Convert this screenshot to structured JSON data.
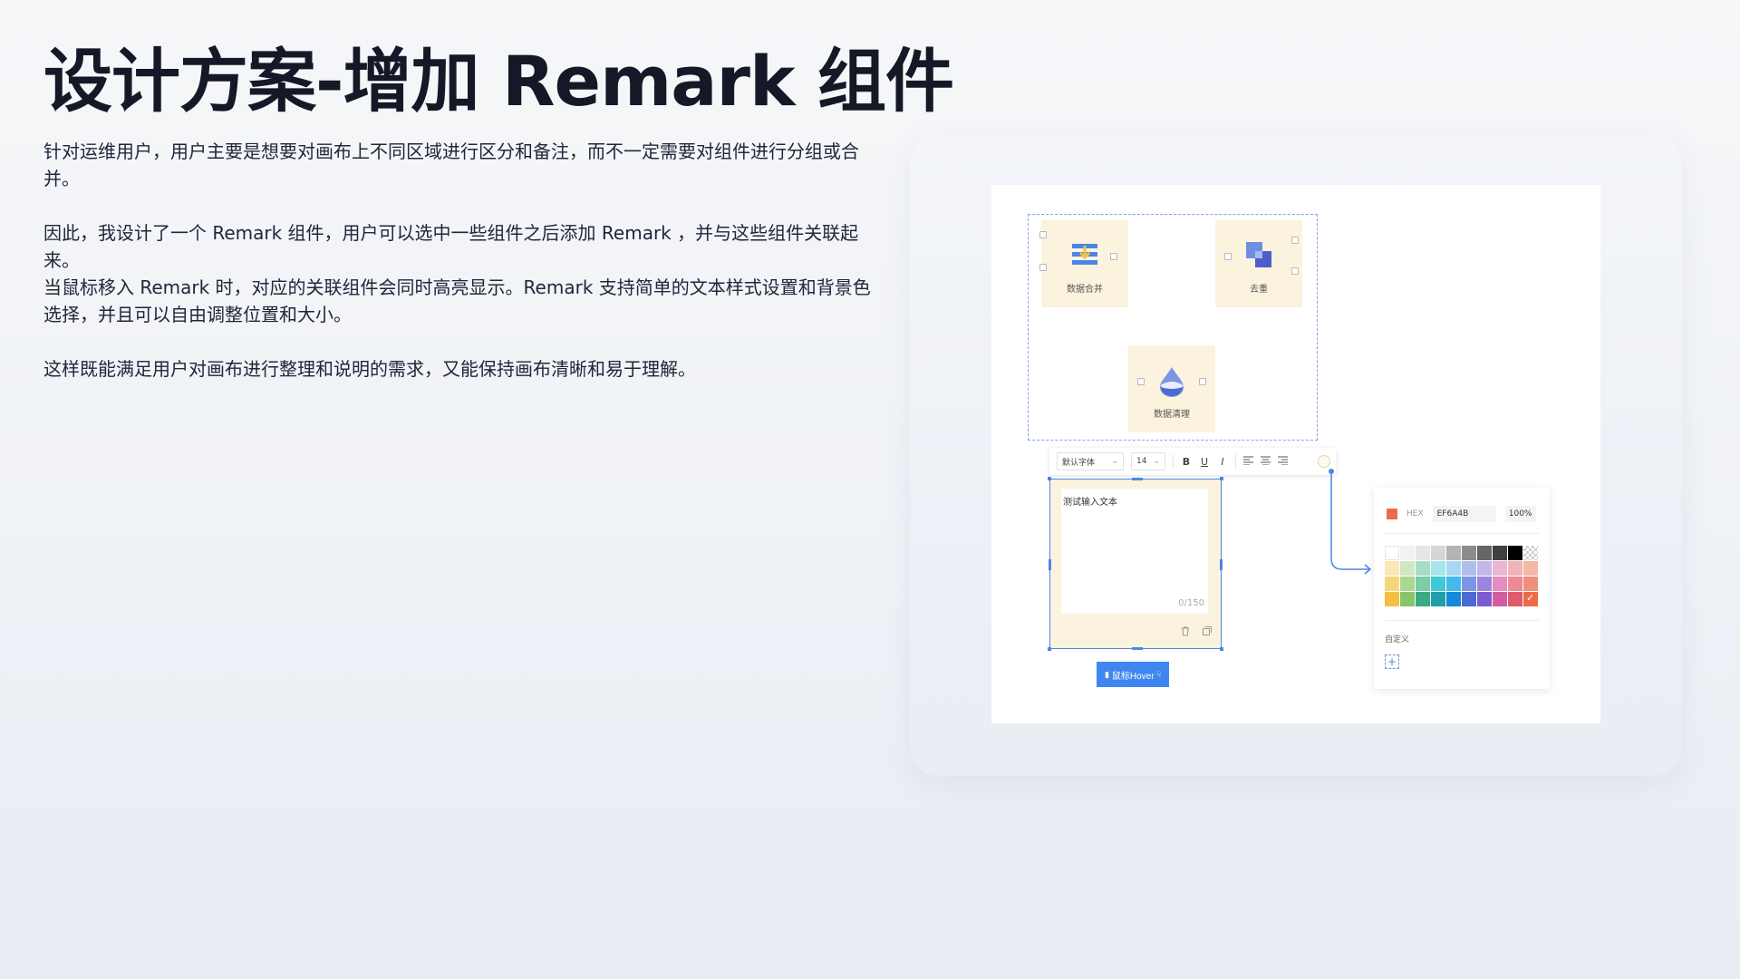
{
  "slide": {
    "title": "设计方案-增加 Remark 组件",
    "paragraphs": [
      "针对运维用户，用户主要是想要对画布上不同区域进行区分和备注，而不一定需要对组件进行分组或合并。",
      "因此，我设计了一个 Remark 组件，用户可以选中一些组件之后添加 Remark ，并与这些组件关联起来。",
      "当鼠标移入 Remark 时，对应的关联组件会同时高亮显示。Remark  支持简单的文本样式设置和背景色选择，并且可以自由调整位置和大小。",
      "这样既能满足用户对画布进行整理和说明的需求，又能保持画布清晰和易于理解。"
    ]
  },
  "canvas": {
    "nodes": [
      {
        "label": "数据合并",
        "icon": "merge-data-icon"
      },
      {
        "label": "去重",
        "icon": "dedupe-icon"
      },
      {
        "label": "数据清理",
        "icon": "water-drop-icon"
      }
    ],
    "toolbar": {
      "font_family": "默认字体",
      "font_size": "14",
      "bold": "B",
      "underline": "U",
      "italic": "I"
    },
    "remark": {
      "text": "测试输入文本",
      "counter": "0/150"
    },
    "hover_button": "鼠标Hover",
    "palette": {
      "hex_label": "HEX",
      "hex_value": "EF6A4B",
      "opacity": "100%",
      "custom_label": "自定义",
      "add": "+",
      "current_color": "#EF6A4B",
      "swatches": [
        [
          "#ffffff",
          "#f2f2f2",
          "#e6e6e6",
          "#d6d6d6",
          "#b3b3b3",
          "#8c8c8c",
          "#666666",
          "#404040",
          "#000000",
          "#eeeeee"
        ],
        [
          "#fbe7b4",
          "#cfe8c3",
          "#a9dcc6",
          "#a6e6ea",
          "#a9d6f5",
          "#aebfea",
          "#c3b6ea",
          "#eab6d4",
          "#f1b3b9",
          "#f4b8a6"
        ],
        [
          "#f6d67a",
          "#a9d88e",
          "#7ccca6",
          "#3fc9d2",
          "#44b8ef",
          "#7a96e4",
          "#9e84e0",
          "#e48dbf",
          "#ec8a95",
          "#f0907a"
        ],
        [
          "#f3c13f",
          "#86c569",
          "#3aaa82",
          "#1f9fa8",
          "#1689d8",
          "#4a6bd4",
          "#7c5ad1",
          "#d45d9f",
          "#e1596a",
          "#EF6A4B"
        ]
      ]
    }
  }
}
